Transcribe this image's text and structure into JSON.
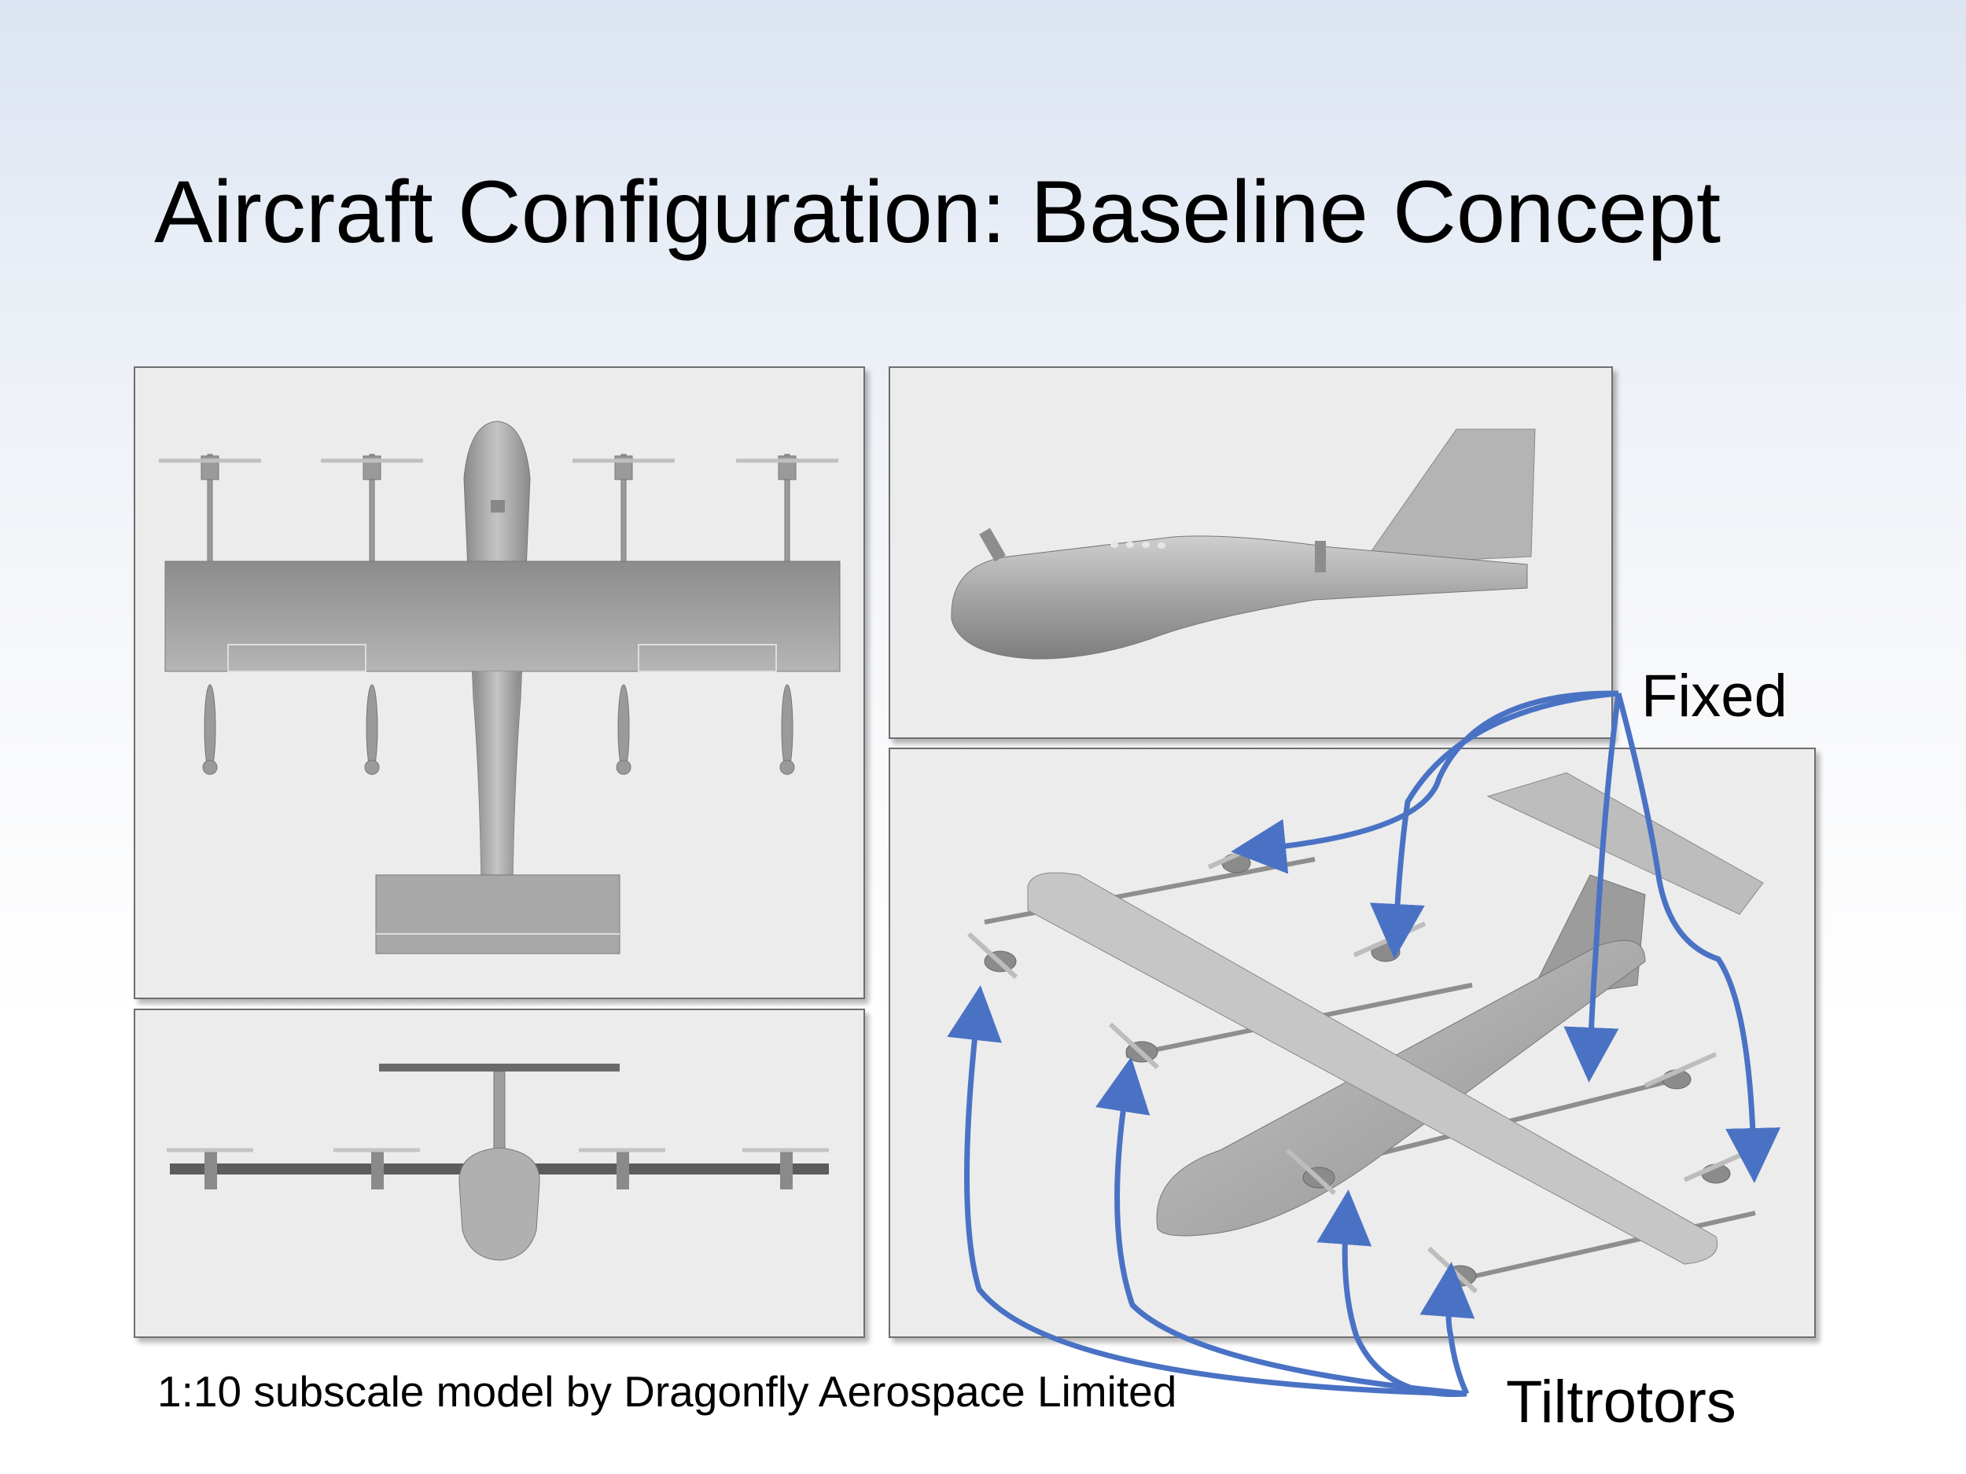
{
  "slide": {
    "title": "Aircraft Configuration: Baseline Concept",
    "caption": "1:10 subscale model by Dragonfly Aerospace Limited"
  },
  "labels": {
    "fixed": "Fixed",
    "tiltrotors": "Tiltrotors"
  },
  "colors": {
    "arrow": "#4a72c4",
    "panel_bg": "#ececec",
    "model_gray": "#a7a7a7"
  },
  "views": [
    "top-view",
    "side-view",
    "front-view",
    "isometric-view"
  ]
}
